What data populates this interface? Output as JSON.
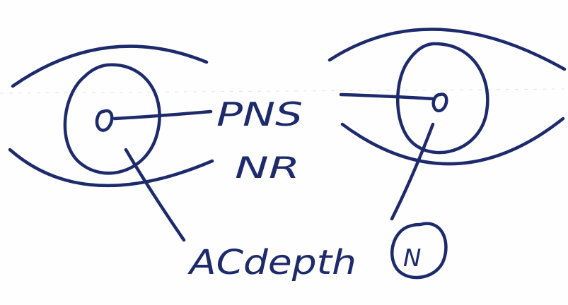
{
  "labels": {
    "pns": "PNS",
    "nr": "NR",
    "ac_depth": "ACdepth",
    "circled_n": "N"
  },
  "ink_color": "#1d2a6b"
}
